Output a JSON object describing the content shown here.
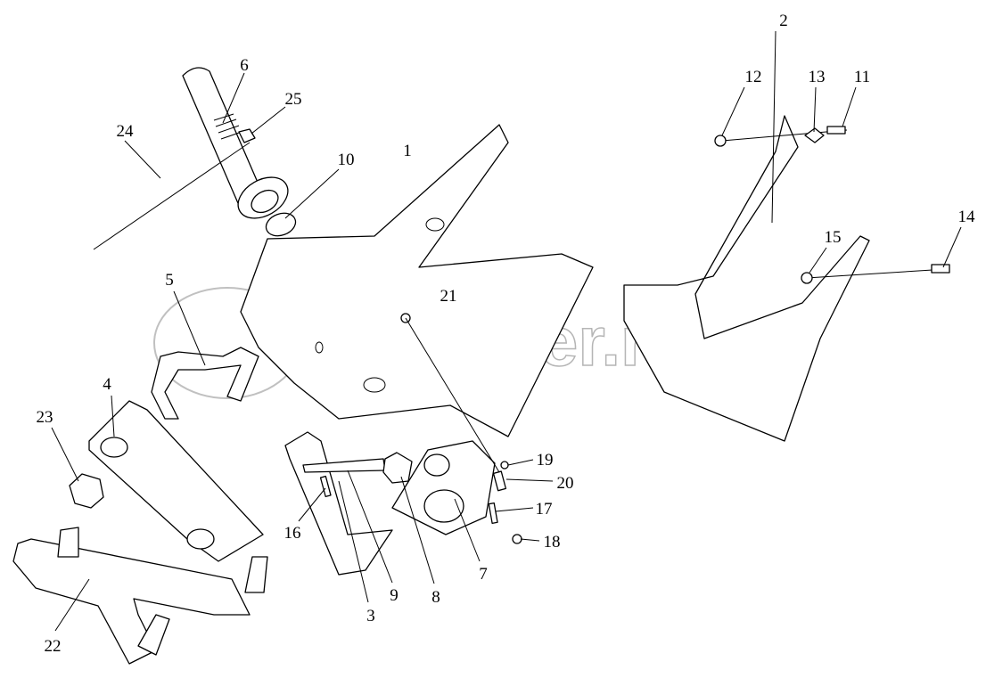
{
  "watermark": {
    "text": "autopiter.ru",
    "logo": "a>"
  },
  "callouts": {
    "n1": "1",
    "n2": "2",
    "n3": "3",
    "n4": "4",
    "n5": "5",
    "n6": "6",
    "n7": "7",
    "n8": "8",
    "n9": "9",
    "n10": "10",
    "n11": "11",
    "n12": "12",
    "n13": "13",
    "n14": "14",
    "n15": "15",
    "n16": "16",
    "n17": "17",
    "n18": "18",
    "n19": "19",
    "n20": "20",
    "n21": "21",
    "n22": "22",
    "n23": "23",
    "n24": "24",
    "n25": "25"
  }
}
